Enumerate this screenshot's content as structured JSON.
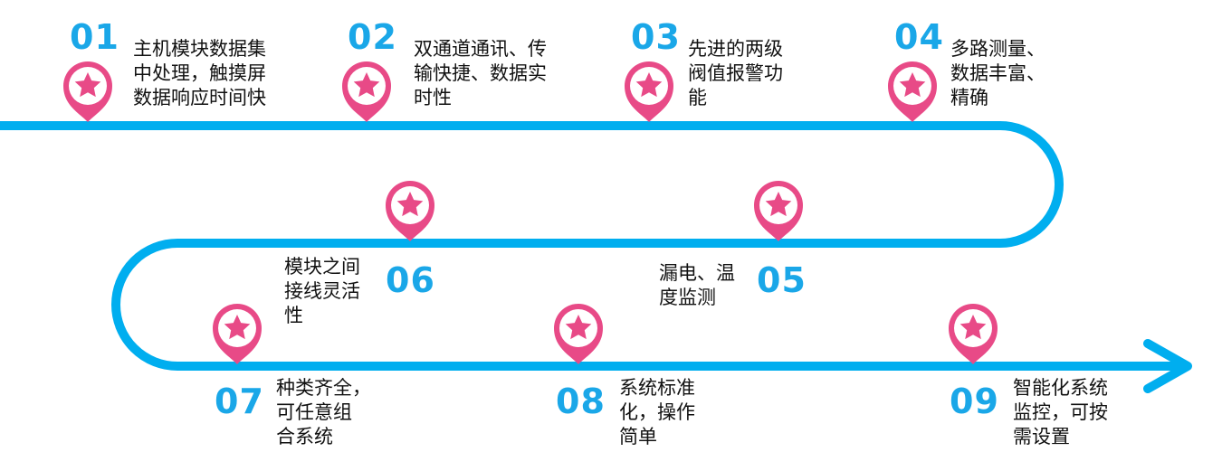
{
  "colors": {
    "track": "#00aeef",
    "pin": "#e84a87",
    "number": "#1aa7e8",
    "text": "#111111"
  },
  "icons": {
    "marker": "star-pin-icon",
    "arrow": "arrow-head-icon"
  },
  "steps": [
    {
      "number": "01",
      "lines": [
        "主机模块数据集",
        "中处理，触摸屏",
        "数据响应时间快"
      ]
    },
    {
      "number": "02",
      "lines": [
        "双通道通讯、传",
        "输快捷、数据实",
        "时性"
      ]
    },
    {
      "number": "03",
      "lines": [
        "先进的两级",
        "阀值报警功",
        "能"
      ]
    },
    {
      "number": "04",
      "lines": [
        "多路测量、",
        "数据丰富、",
        "精确"
      ]
    },
    {
      "number": "05",
      "lines": [
        "漏电、温",
        "度监测"
      ]
    },
    {
      "number": "06",
      "lines": [
        "模块之间",
        "接线灵活",
        "性"
      ]
    },
    {
      "number": "07",
      "lines": [
        "种类齐全，",
        "可任意组",
        "合系统"
      ]
    },
    {
      "number": "08",
      "lines": [
        "系统标准",
        "化，操作",
        "简单"
      ]
    },
    {
      "number": "09",
      "lines": [
        "智能化系统",
        "监控，可按",
        "需设置"
      ]
    }
  ]
}
